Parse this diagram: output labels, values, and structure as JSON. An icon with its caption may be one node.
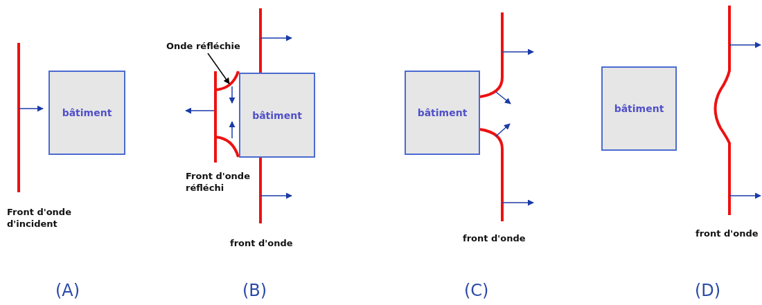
{
  "diagram": {
    "nodes": [
      {
        "text": [
          "bâtiment"
        ]
      },
      {
        "text": [
          "Onde réfléchie"
        ]
      },
      {
        "text": [],
        "shape": "curve"
      },
      {
        "text": [
          "bâtiment"
        ]
      },
      {
        "text": [
          "bâtiment"
        ]
      },
      {
        "text": [
          "bâtiment"
        ]
      }
    ],
    "edges": [
      {
        "from": 1,
        "to": 2,
        "arrow": "to"
      }
    ],
    "labels": [
      "Front d'onde d'incident",
      "Front d'onde réfléchi",
      "front d'onde",
      "front d'onde",
      "front d'onde",
      "(A)",
      "(B)",
      "(C)",
      "(D)"
    ]
  }
}
